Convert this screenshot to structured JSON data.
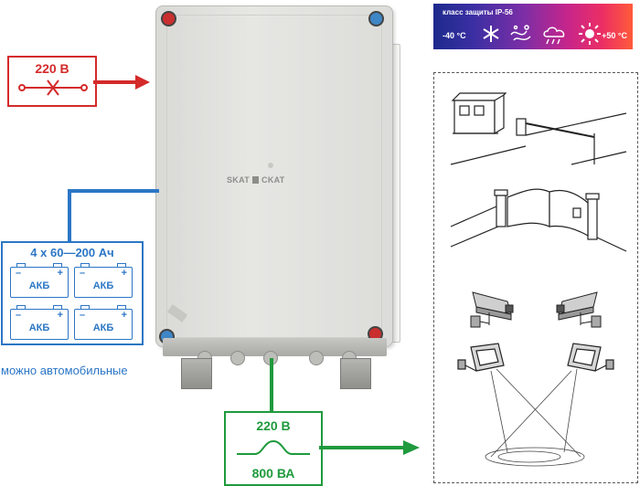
{
  "power_input": {
    "voltage_label": "220 В",
    "color": "#d42a2a",
    "icon": "switch-symbol-icon"
  },
  "battery_block": {
    "title": "4 x 60—200 Ач",
    "batteries": [
      {
        "label": "АКБ",
        "minus": "–",
        "plus": "+"
      },
      {
        "label": "АКБ",
        "minus": "–",
        "plus": "+"
      },
      {
        "label": "АКБ",
        "minus": "–",
        "plus": "+"
      },
      {
        "label": "АКБ",
        "minus": "–",
        "plus": "+"
      }
    ],
    "caption": "можно автомобильные",
    "color": "#2b76c5"
  },
  "output": {
    "voltage_label": "220 В",
    "power_label": "800 ВА",
    "icon": "sine-wave-icon",
    "color": "#1f9a3d"
  },
  "enclosure": {
    "brand": "SKAT",
    "brand2": "CKAT"
  },
  "protection_banner": {
    "class_label": "класс защиты IP-56",
    "temp_min": "-40 °C",
    "temp_max": "+50 °C",
    "icons": [
      "snowflake-icon",
      "wind-icon",
      "rain-cloud-icon",
      "sun-icon"
    ]
  },
  "loads": {
    "icons": [
      "guard-booth-barrier-icon",
      "swing-gate-icon",
      "cctv-camera-icon",
      "cctv-camera-icon",
      "floodlight-icon",
      "floodlight-icon"
    ]
  }
}
